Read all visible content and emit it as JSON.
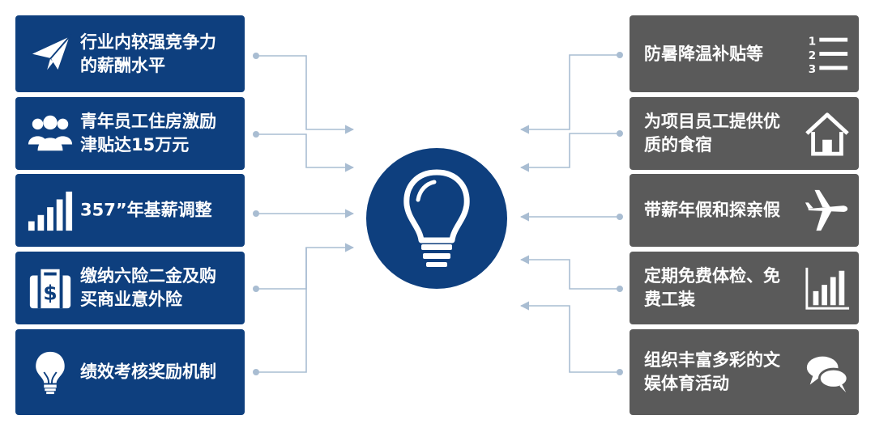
{
  "left_items": [
    {
      "text": "行业内较强竞争力\n的薪酬水平",
      "icon": "paper-plane-icon"
    },
    {
      "text": "青年员工住房激励\n津贴达15万元",
      "icon": "people-group-icon"
    },
    {
      "text": "357”年基薪调整",
      "icon": "bar-chart-rising-icon"
    },
    {
      "text": "缴纳六险二金及购\n买商业意外险",
      "icon": "money-bag-icon"
    },
    {
      "text": "绩效考核奖励机制",
      "icon": "lightbulb-icon"
    }
  ],
  "right_items": [
    {
      "text": "防暑降温补贴等",
      "icon": "numbered-list-icon"
    },
    {
      "text": "为项目员工提供优\n质的食宿",
      "icon": "house-icon"
    },
    {
      "text": "带薪年假和探亲假",
      "icon": "airplane-icon"
    },
    {
      "text": "定期免费体检、免\n费工装",
      "icon": "bar-chart-icon"
    },
    {
      "text": "组织丰富多彩的文\n娱体育活动",
      "icon": "speech-bubbles-icon"
    }
  ],
  "center": {
    "icon": "lightbulb-icon"
  },
  "colors": {
    "left_box": "#0e3f7e",
    "right_box": "#5a5a5a",
    "connector": "#a9bdd2",
    "center": "#0e3f7e"
  }
}
